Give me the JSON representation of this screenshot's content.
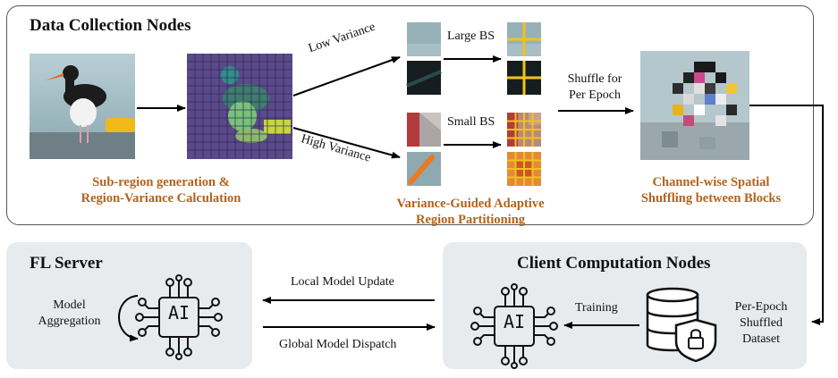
{
  "top_panel": {
    "title": "Data Collection Nodes",
    "subregion_caption_1": "Sub-region generation &",
    "subregion_caption_2": "Region-Variance Calculation",
    "low_variance_label": "Low Variance",
    "high_variance_label": "High Variance",
    "large_bs_label": "Large BS",
    "small_bs_label": "Small BS",
    "partition_caption_1": "Variance-Guided Adaptive",
    "partition_caption_2": "Region Partitioning",
    "shuffle_label_1": "Shuffle for",
    "shuffle_label_2": "Per Epoch",
    "shuffle_caption_1": "Channel-wise Spatial",
    "shuffle_caption_2": "Shuffling between Blocks"
  },
  "fl_server": {
    "title": "FL Server",
    "aggregation_label_1": "Model",
    "aggregation_label_2": "Aggregation",
    "chip_text": "AI"
  },
  "links": {
    "local_update": "Local Model Update",
    "global_dispatch": "Global Model Dispatch"
  },
  "client_nodes": {
    "title": "Client Computation Nodes",
    "training_label": "Training",
    "chip_text": "AI",
    "dataset_label_1": "Per-Epoch",
    "dataset_label_2": "Shuffled",
    "dataset_label_3": "Dataset"
  },
  "colors": {
    "caption_orange": "#b3621b",
    "panel_gray": "#e8ebee",
    "grid_purple": "#5b4a8a",
    "block_yellow": "#f2c21b"
  }
}
